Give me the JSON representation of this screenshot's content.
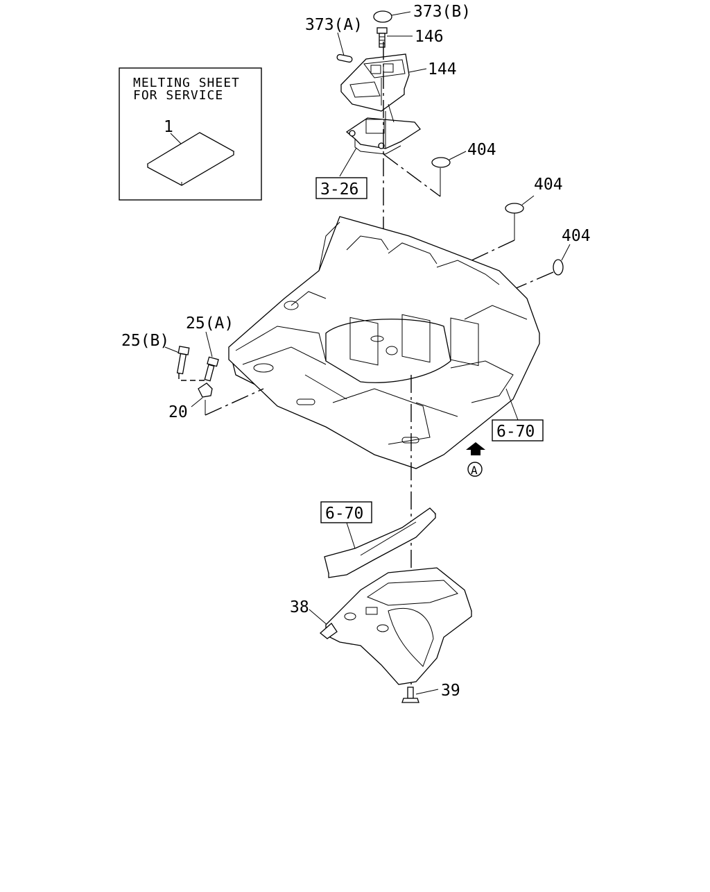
{
  "diagram": {
    "inset_box": {
      "title_line1": "MELTING SHEET",
      "title_line2": "FOR SERVICE",
      "part_number": "1"
    },
    "callouts": {
      "p373a": "373(A)",
      "p373b": "373(B)",
      "p146": "146",
      "p144": "144",
      "p404_1": "404",
      "p404_2": "404",
      "p404_3": "404",
      "p25a": "25(A)",
      "p25b": "25(B)",
      "p20": "20",
      "p38": "38",
      "p39": "39"
    },
    "references": {
      "ref_3_26": "3-26",
      "ref_6_70_right": "6-70",
      "ref_6_70_lower": "6-70"
    },
    "view_marker": "A"
  }
}
